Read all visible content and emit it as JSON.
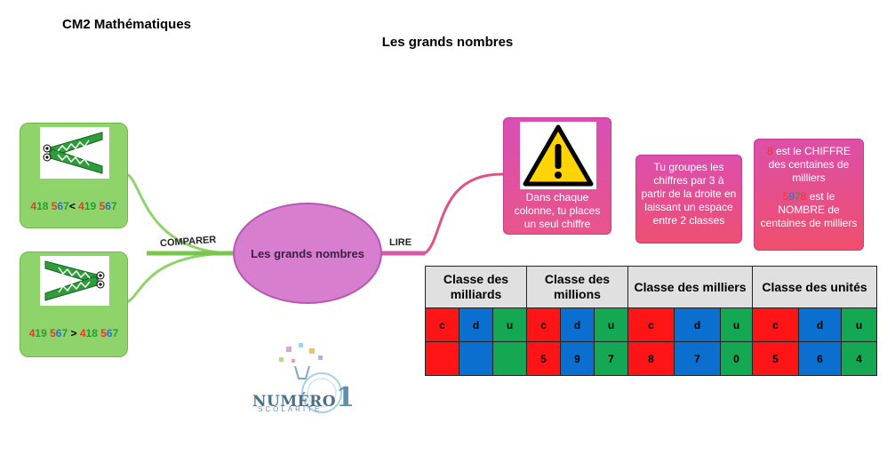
{
  "header": {
    "subject": "CM2 Mathématiques",
    "topic": "Les grands nombres"
  },
  "center_node": {
    "label": "Les grands nombres"
  },
  "branches": {
    "compare": "COMPARER",
    "read": "LIRE"
  },
  "compare_cards": [
    {
      "parts": [
        "4",
        "18",
        " ",
        "5",
        "6",
        "7",
        "< ",
        "4",
        "19",
        " ",
        "5",
        "6",
        "7"
      ]
    },
    {
      "parts": [
        "4",
        "19",
        " ",
        "5",
        "6",
        "7",
        " > ",
        "4",
        "18",
        " ",
        "5",
        "6",
        "7"
      ]
    }
  ],
  "warning_card": {
    "text": "Dans chaque colonne, tu places un seul chiffre"
  },
  "group_card": {
    "text": "Tu groupes les chiffres par 3 à partir de la droite en laissant un espace entre 2 classes"
  },
  "chiffre_card": {
    "digit": "8",
    "text1": " est le CHIFFRE des centaines de milliers",
    "number_a": "5",
    "number_b": "9",
    "number_c": "7",
    "number_d": "8",
    "text2": " est le NOMBRE de centaines de milliers"
  },
  "table": {
    "headers": [
      "Classe des milliards",
      "Classe des millions",
      "Classe des milliers",
      "Classe des unités"
    ],
    "letters": [
      "c",
      "d",
      "u",
      "c",
      "d",
      "u",
      "c",
      "d",
      "u",
      "c",
      "d",
      "u"
    ],
    "digits": [
      "",
      "",
      "",
      "5",
      "9",
      "7",
      "8",
      "7",
      "0",
      "5",
      "6",
      "4"
    ]
  },
  "logo": {
    "word": "NUMÉRO",
    "digit": "1",
    "sub": "SCOLARITÉ"
  },
  "colors": {
    "green_card": "#8fd46a",
    "center": "#d77ecf",
    "pink_grad_top": "#d94fb4",
    "pink_grad_bottom": "#f05070",
    "red": "#ff1515",
    "blue": "#0b6fd0",
    "green": "#13a851"
  }
}
